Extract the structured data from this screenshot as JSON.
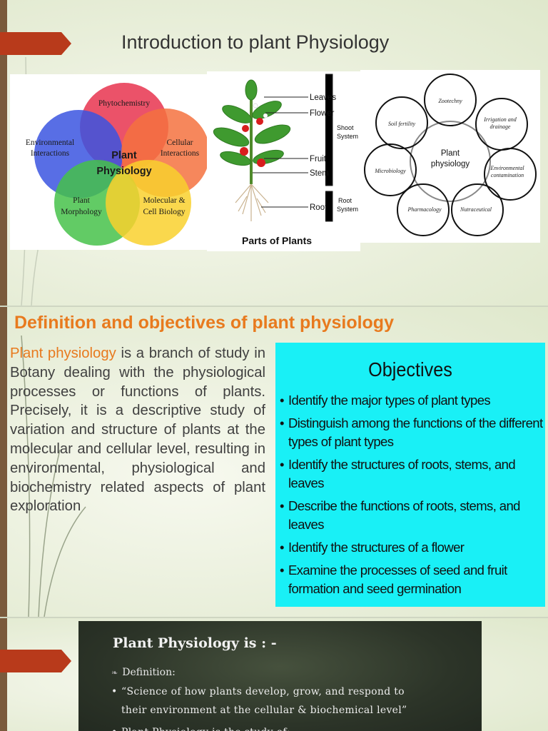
{
  "slide1": {
    "title": "Introduction to plant Physiology",
    "venn": {
      "center_line1": "Plant",
      "center_line2": "Physiology",
      "circles": [
        {
          "label1": "Phytochemistry",
          "label2": "",
          "color": "#e8344f"
        },
        {
          "label1": "Environmental",
          "label2": "Interactions",
          "color": "#3b55e0"
        },
        {
          "label1": "Cellular",
          "label2": "Interactions",
          "color": "#f4723f"
        },
        {
          "label1": "Plant",
          "label2": "Morphology",
          "color": "#46c24a"
        },
        {
          "label1": "Molecular &",
          "label2": "Cell Biology",
          "color": "#f9d12e"
        }
      ]
    },
    "plant_diagram": {
      "parts": [
        "Leaves",
        "Flower",
        "Fruit",
        "Stem",
        "Root"
      ],
      "shoot_label1": "Shoot",
      "shoot_label2": "System",
      "root_label1": "Root",
      "root_label2": "System",
      "caption": "Parts of Plants"
    },
    "ring_diagram": {
      "center_line1": "Plant",
      "center_line2": "physiology",
      "items": [
        {
          "line1": "Zootechny",
          "line2": ""
        },
        {
          "line1": "Irrigation and",
          "line2": "drainage"
        },
        {
          "line1": "Environmental",
          "line2": "contamination"
        },
        {
          "line1": "Nutraceutical",
          "line2": ""
        },
        {
          "line1": "Pharmacology",
          "line2": ""
        },
        {
          "line1": "Microbiology",
          "line2": ""
        },
        {
          "line1": "Soil fertility",
          "line2": ""
        }
      ]
    }
  },
  "slide2": {
    "heading": "Definition and objectives of plant physiology",
    "para_highlight": "Plant physiology",
    "para_rest": " is a branch of study in Botany dealing with the physiological processes or functions of plants. Precisely, it is a descriptive study of variation and structure of plants at the molecular and cellular level, resulting in environmental, physiological and biochemistry related aspects of plant exploration",
    "objectives_title": "Objectives",
    "objectives": [
      "Identify the major types of plant types",
      "Distinguish among the functions of the different types of plant types",
      "Identify the structures of roots, stems, and leaves",
      "Describe the functions of roots, stems, and leaves",
      "Identify the structures of a flower",
      "Examine the processes of seed and fruit formation and seed germination"
    ]
  },
  "slide3": {
    "title": "Plant  Physiology is : -",
    "sub": "Definition:",
    "bullet1_line1": "“Science of how plants develop, grow, and  respond to",
    "bullet1_line2": "their environment at the cellular & biochemical level”",
    "bullet2": "Plant Physiology is the study of:"
  },
  "colors": {
    "accent_orange": "#e87a1e",
    "tab_red": "#b83a1b",
    "objectives_bg": "#19f0f6"
  }
}
